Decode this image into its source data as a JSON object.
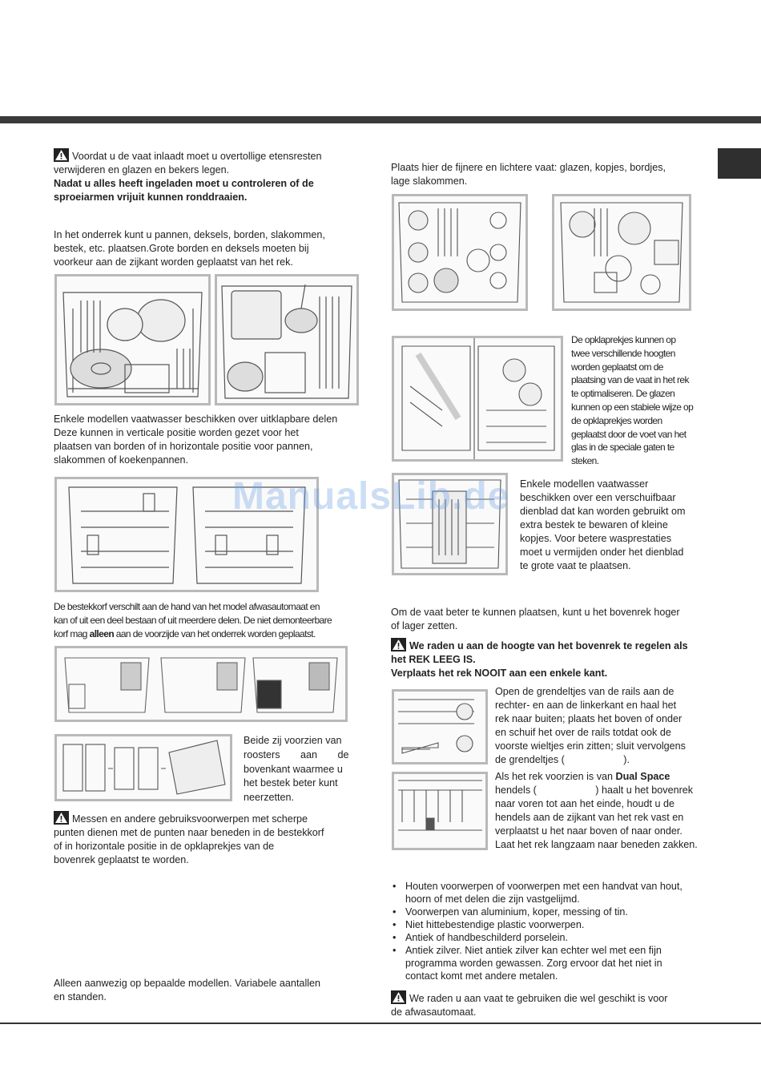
{
  "left": {
    "warn1_line1": "Voordat u de vaat inlaadt moet u overtollige etensresten",
    "warn1_line2": "verwijderen en glazen en bekers legen.",
    "warn1_bold1": "Nadat u alles heeft ingeladen moet u controleren of de",
    "warn1_bold2": "sproeiarmen vrijuit kunnen ronddraaien.",
    "lower_rack": [
      "In het onderrek kunt u pannen, deksels, borden, slakommen,",
      "bestek, etc. plaatsen.Grote borden en deksels moeten bij",
      "voorkeur aan de zijkant worden geplaatst van het rek."
    ],
    "fold_out": [
      "Enkele modellen vaatwasser beschikken over uitklapbare delen",
      "   Deze kunnen in verticale positie worden gezet voor het",
      "plaatsen van borden of in horizontale positie voor pannen,",
      "slakommen of koekenpannen."
    ],
    "cutlery_line1": "De bestekkorf verschilt aan de hand van het model afwasautomaat en",
    "cutlery_line2": "kan of uit een deel bestaan of uit meerdere delen. De niet demonteerbare",
    "cutlery_pre": "korf mag ",
    "cutlery_bold": "alleen",
    "cutlery_post": " aan de voorzijde van het onderrek worden geplaatst.",
    "sides": [
      "Beide zij voorzien van",
      "roosters aan de",
      "bovenkant waarmee u",
      "het bestek beter kunt",
      "neerzetten."
    ],
    "warn2": [
      "Messen en andere gebruiksvoorwerpen met scherpe",
      "punten dienen met de punten naar beneden in de bestekkorf",
      "of in horizontale positie in de opklaprekjes van de",
      "bovenrek geplaatst te worden."
    ],
    "footnote": [
      "   Alleen aanwezig op bepaalde modellen. Variabele aantallen",
      "en standen."
    ]
  },
  "right": {
    "upper_intro": [
      "Plaats hier de fijnere en lichtere vaat: glazen, kopjes, bordjes,",
      "lage slakommen."
    ],
    "flaps": [
      "De opklaprekjes kunnen op",
      "twee verschillende hoogten",
      "worden geplaatst om de",
      "plaatsing van de vaat in het rek",
      "te optimaliseren. De glazen",
      "kunnen op een stabiele wijze op",
      "de opklaprekjes worden",
      "geplaatst door de voet van het",
      "glas in de speciale gaten te",
      "steken."
    ],
    "tray": [
      "Enkele modellen vaatwasser",
      "beschikken over een verschuifbaar",
      "dienblad dat kan worden gebruikt om",
      "extra bestek te bewaren of kleine",
      "kopjes. Voor betere wasprestaties",
      "moet u vermijden onder het dienblad",
      "te grote vaat te plaatsen."
    ],
    "height": [
      "Om de vaat beter te kunnen plaatsen, kunt u het bovenrek hoger",
      "of lager zetten."
    ],
    "warn3_bold1": "We raden u aan de hoogte van het bovenrek te regelen als",
    "warn3_bold2": "het REK LEEG IS.",
    "warn3_bold3": "Verplaats het rek NOOIT aan een enkele kant.",
    "rails": [
      "Open de grendeltjes van de rails aan de",
      "rechter- en aan de linkerkant en haal het",
      "rek naar buiten; plaats het boven of onder",
      "en schuif het over de rails totdat ook de",
      "voorste wieltjes erin zitten; sluit vervolgens",
      "de grendeltjes (                     )."
    ],
    "dual_pre": "Als het rek voorzien is van ",
    "dual_bold": "Dual Space",
    "dual_lines": [
      "hendels (                     ) haalt u het bovenrek",
      "naar voren tot aan het einde, houdt u de",
      "hendels aan de zijkant van het rek vast en",
      "verplaatst u het naar boven of naar onder.",
      "Laat het rek langzaam naar beneden zakken."
    ],
    "bullets": [
      "Houten voorwerpen of voorwerpen met een handvat van hout,",
      "hoorn of met delen die zijn vastgelijmd.",
      "Voorwerpen van aluminium, koper, messing of tin.",
      "Niet hittebestendige plastic voorwerpen.",
      "Antiek of handbeschilderd porselein.",
      "Antiek zilver. Niet antiek zilver kan echter wel met een fijn",
      "programma worden gewassen. Zorg ervoor dat het niet in",
      "contact komt met andere metalen."
    ],
    "warn4": [
      "We raden u aan vaat te gebruiken die wel geschikt is voor",
      "de afwasautomaat."
    ]
  },
  "watermark": "ManualsLib.de",
  "colors": {
    "bar": "#3a3a3a",
    "tab": "#2f2f2f",
    "frame": "#b9b9b9",
    "watermark": "#6ea0e1"
  },
  "icons": [
    "warning-triangle-icon"
  ]
}
